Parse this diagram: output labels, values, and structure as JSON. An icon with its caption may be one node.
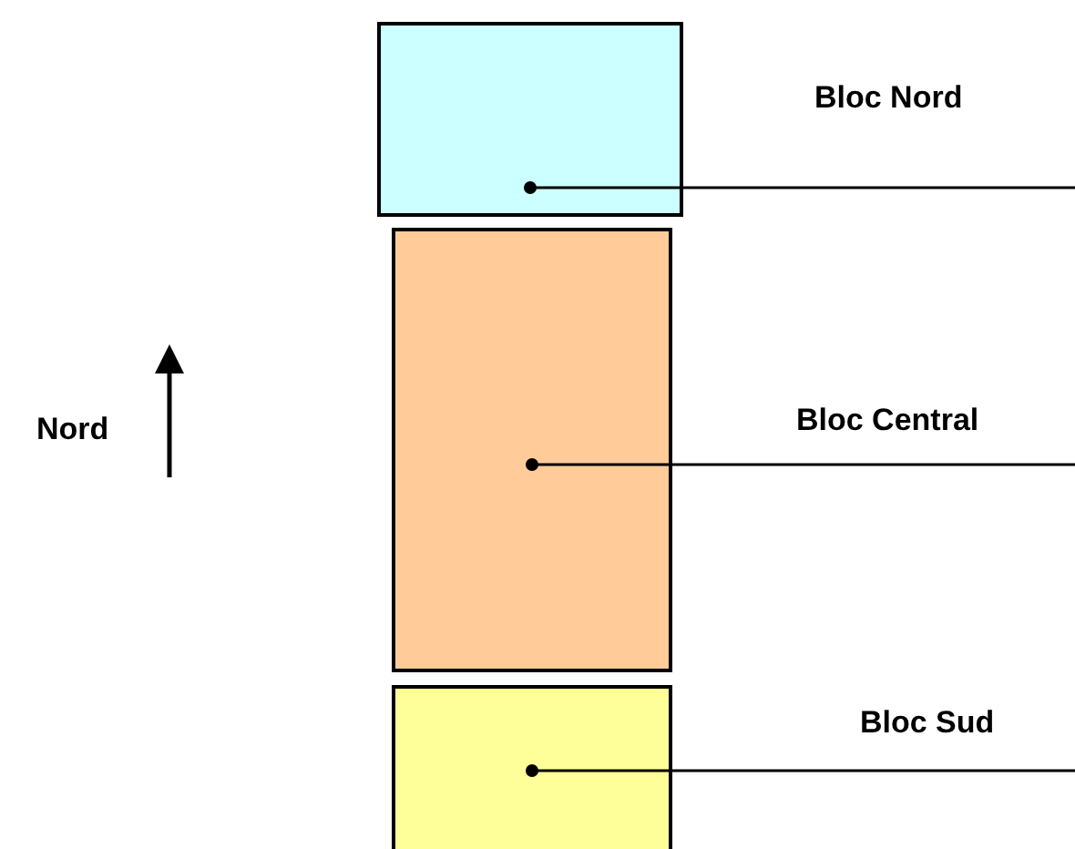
{
  "diagram": {
    "nodes": [
      {
        "text": [],
        "shape": "box"
      },
      {
        "text": [
          "Bloc Nord"
        ]
      },
      {
        "text": [],
        "shape": "box"
      },
      {
        "text": [
          "Bloc Central"
        ]
      },
      {
        "text": [],
        "shape": "box"
      },
      {
        "text": [
          "Bloc Sud"
        ]
      }
    ],
    "edges": [
      {
        "from": 1,
        "to": 0,
        "arrow": "other"
      },
      {
        "from": 3,
        "to": 2,
        "arrow": "other"
      },
      {
        "from": 5,
        "to": 4,
        "arrow": "other"
      }
    ],
    "labels": [
      "Nord"
    ]
  }
}
